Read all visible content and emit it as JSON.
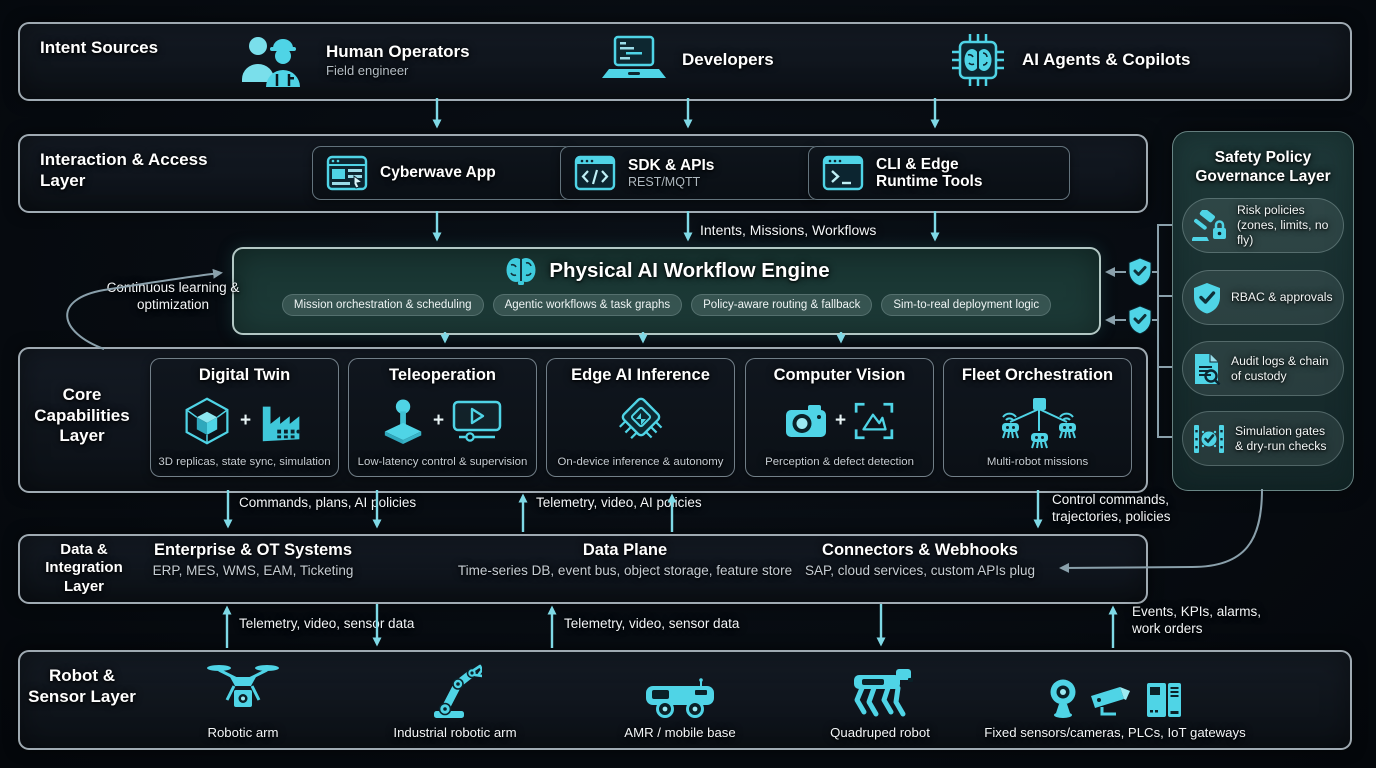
{
  "colors": {
    "background": "#070b10",
    "accent_cyan": "#4fd4e6",
    "box_border": "#bcc8cf",
    "engine_bg": "#1a3734",
    "safety_bg": "#1e3c3a",
    "connector_gray": "#8aa0ab",
    "arrow_cyan": "#7fd9e6"
  },
  "layers": {
    "intent": {
      "label": "Intent Sources",
      "items": [
        {
          "icon": "human-operators-icon",
          "title": "Human Operators",
          "subtitle": "Field engineer"
        },
        {
          "icon": "developers-laptop-icon",
          "title": "Developers"
        },
        {
          "icon": "ai-chip-brain-icon",
          "title": "AI Agents & Copilots"
        }
      ]
    },
    "interaction": {
      "label": "Interaction & Access Layer",
      "items": [
        {
          "icon": "browser-app-icon",
          "title": "Cyberwave App"
        },
        {
          "icon": "code-window-icon",
          "title": "SDK & APIs",
          "subtitle": "REST/MQTT"
        },
        {
          "icon": "terminal-window-icon",
          "title": "CLI & Edge Runtime Tools"
        }
      ]
    },
    "engine": {
      "icon": "brain-icon",
      "title": "Physical AI Workflow Engine",
      "pills": [
        "Mission orchestration & scheduling",
        "Agentic workflows & task graphs",
        "Policy-aware routing & fallback",
        "Sim-to-real deployment logic"
      ]
    },
    "safety": {
      "title": "Safety Policy Governance Layer",
      "items": [
        {
          "icon": "gavel-lock-icon",
          "label": "Risk policies (zones, limits, no fly)"
        },
        {
          "icon": "shield-check-icon",
          "label": "RBAC & approvals"
        },
        {
          "icon": "audit-doc-icon",
          "label": "Audit logs & chain of custody"
        },
        {
          "icon": "simulation-gate-icon",
          "label": "Simulation gates & dry-run checks"
        }
      ]
    },
    "core": {
      "label": "Core Capabilities Layer",
      "plus": "+",
      "cards": [
        {
          "title": "Digital Twin",
          "subtitle": "3D replicas, state sync, simulation",
          "icons": [
            "cube-wireframe-icon",
            "factory-icon"
          ]
        },
        {
          "title": "Teleoperation",
          "subtitle": "Low-latency control & supervision",
          "icons": [
            "joystick-icon",
            "video-player-icon"
          ]
        },
        {
          "title": "Edge AI Inference",
          "subtitle": "On-device inference & autonomy",
          "icons": [
            "chip-icon"
          ]
        },
        {
          "title": "Computer Vision",
          "subtitle": "Perception & defect detection",
          "icons": [
            "camera-icon",
            "image-detect-icon"
          ]
        },
        {
          "title": "Fleet Orchestration",
          "subtitle": "Multi-robot missions",
          "icons": [
            "fleet-network-icon"
          ]
        }
      ]
    },
    "data": {
      "label": "Data & Integration Layer",
      "sections": [
        {
          "title": "Enterprise & OT Systems",
          "subtitle": "ERP, MES, WMS, EAM, Ticketing"
        },
        {
          "title": "Data Plane",
          "subtitle": "Time-series DB, event bus, object storage, feature store"
        },
        {
          "title": "Connectors & Webhooks",
          "subtitle": "SAP, cloud services, custom APIs plug"
        }
      ]
    },
    "robot": {
      "label": "Robot & Sensor Layer",
      "items": [
        {
          "icon": "drone-icon",
          "label": "Robotic arm"
        },
        {
          "icon": "robot-arm-icon",
          "label": "Industrial robotic arm"
        },
        {
          "icon": "amr-icon",
          "label": "AMR / mobile base"
        },
        {
          "icon": "quadruped-icon",
          "label": "Quadruped robot"
        },
        {
          "icon": "sensors-group-icon",
          "label": "Fixed sensors/cameras, PLCs, IoT gateways"
        }
      ]
    }
  },
  "flows": {
    "intents": "Intents, Missions, Workflows",
    "continuous_learning": "Continuous learning & optimization",
    "commands": "Commands, plans, AI policies",
    "telemetry_ai": "Telemetry, video, AI policies",
    "control": "Control commands, trajectories, policies",
    "telemetry_sensor_left": "Telemetry, video, sensor data",
    "telemetry_sensor_right": "Telemetry, video, sensor data",
    "events": "Events, KPIs, alarms, work orders"
  }
}
